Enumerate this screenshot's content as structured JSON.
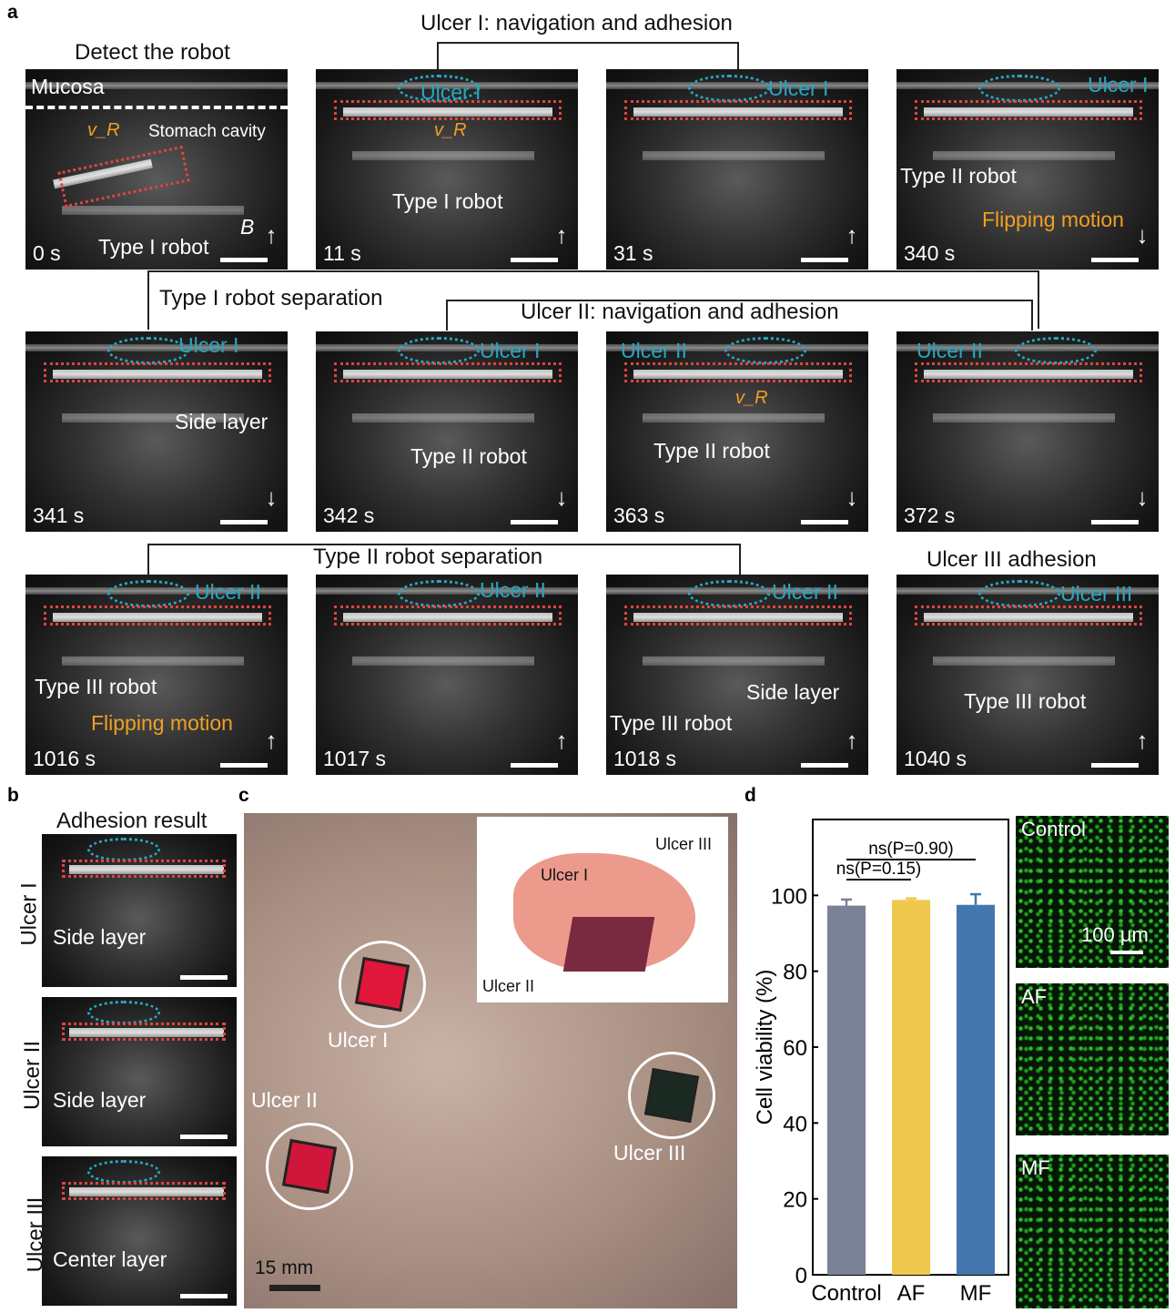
{
  "panel_labels": [
    "a",
    "b",
    "c",
    "d"
  ],
  "panel_a": {
    "headers": {
      "detect": "Detect the robot",
      "ulcer1": "Ulcer I: navigation and adhesion",
      "sep1": "Type I robot separation",
      "ulcer2": "Ulcer II: navigation and adhesion",
      "sep2": "Type II robot separation",
      "ulcer3": "Ulcer III adhesion"
    },
    "frames": [
      {
        "time": "0 s",
        "labels": [
          "Mucosa",
          "Stomach cavity",
          "v_R",
          "Type I robot",
          "B"
        ],
        "field": "up"
      },
      {
        "time": "11 s",
        "labels": [
          "Ulcer I",
          "v_R",
          "Type I robot"
        ],
        "field": "up"
      },
      {
        "time": "31 s",
        "labels": [
          "Ulcer I"
        ],
        "field": "up"
      },
      {
        "time": "340 s",
        "labels": [
          "Ulcer I",
          "Type II robot",
          "Flipping motion"
        ],
        "field": "down"
      },
      {
        "time": "341 s",
        "labels": [
          "Ulcer I",
          "Side layer"
        ],
        "field": "down"
      },
      {
        "time": "342 s",
        "labels": [
          "Ulcer I",
          "Type II robot"
        ],
        "field": "down"
      },
      {
        "time": "363 s",
        "labels": [
          "Ulcer II",
          "Type II robot",
          "v_R"
        ],
        "field": "down"
      },
      {
        "time": "372 s",
        "labels": [
          "Ulcer II"
        ],
        "field": "down"
      },
      {
        "time": "1016 s",
        "labels": [
          "Ulcer II",
          "Type III robot",
          "Flipping motion"
        ],
        "field": "up"
      },
      {
        "time": "1017 s",
        "labels": [
          "Ulcer II"
        ],
        "field": "up"
      },
      {
        "time": "1018 s",
        "labels": [
          "Ulcer II",
          "Side layer",
          "Type III robot"
        ],
        "field": "up"
      },
      {
        "time": "1040 s",
        "labels": [
          "Ulcer III",
          "Type III robot"
        ],
        "field": "up"
      }
    ]
  },
  "panel_b": {
    "title": "Adhesion result",
    "rows": [
      {
        "name": "Ulcer I",
        "label": "Side layer"
      },
      {
        "name": "Ulcer II",
        "label": "Side layer"
      },
      {
        "name": "Ulcer III",
        "label": "Center layer"
      }
    ]
  },
  "panel_c": {
    "labels": [
      "Ulcer I",
      "Ulcer II",
      "Ulcer III"
    ],
    "scale": "15 mm",
    "inset": [
      "Ulcer III",
      "Ulcer I",
      "Ulcer II"
    ]
  },
  "panel_d": {
    "micro_labels": [
      "Control",
      "AF",
      "MF"
    ],
    "micro_scale": "100 μm"
  },
  "chart_data": {
    "type": "bar",
    "categories": [
      "Control",
      "AF",
      "MF"
    ],
    "values": [
      97.3,
      98.8,
      97.5
    ],
    "errors": [
      1.6,
      0.4,
      2.8
    ],
    "colors": [
      "#7a8296",
      "#efc84e",
      "#4377ae"
    ],
    "ylabel": "Cell viability (%)",
    "ylim": [
      0,
      120
    ],
    "yticks": [
      0,
      20,
      40,
      60,
      80,
      100
    ],
    "annotations": [
      {
        "text": "ns(P=0.15)",
        "from": "Control",
        "to": "AF"
      },
      {
        "text": "ns(P=0.90)",
        "from": "Control",
        "to": "MF"
      }
    ]
  }
}
